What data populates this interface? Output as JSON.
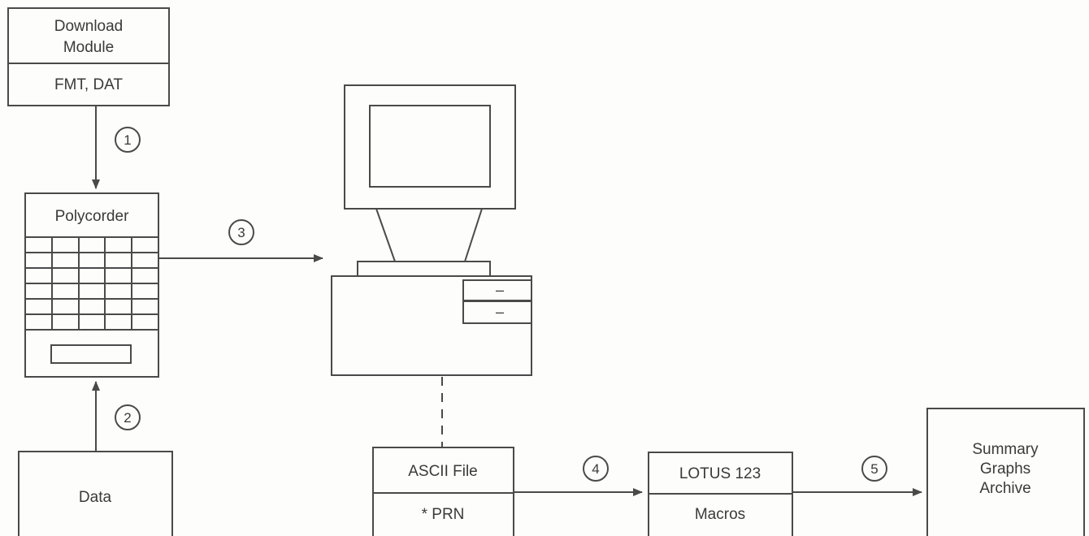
{
  "colors": {
    "ink": "#4a4a4a",
    "paper": "#fdfdfb",
    "text": "#3a3a3a"
  },
  "download_module": {
    "title_line1": "Download",
    "title_line2": "Module",
    "files": "FMT, DAT"
  },
  "polycorder": {
    "label": "Polycorder"
  },
  "data_box": {
    "label": "Data"
  },
  "ascii_file": {
    "title": "ASCII File",
    "ext": "* PRN"
  },
  "lotus": {
    "title": "LOTUS 123",
    "sub": "Macros"
  },
  "summary": {
    "line1": "Summary",
    "line2": "Graphs",
    "line3": "Archive"
  },
  "computer": {
    "drive1": "–",
    "drive2": "–"
  },
  "steps": {
    "s1": "1",
    "s2": "2",
    "s3": "3",
    "s4": "4",
    "s5": "5"
  }
}
